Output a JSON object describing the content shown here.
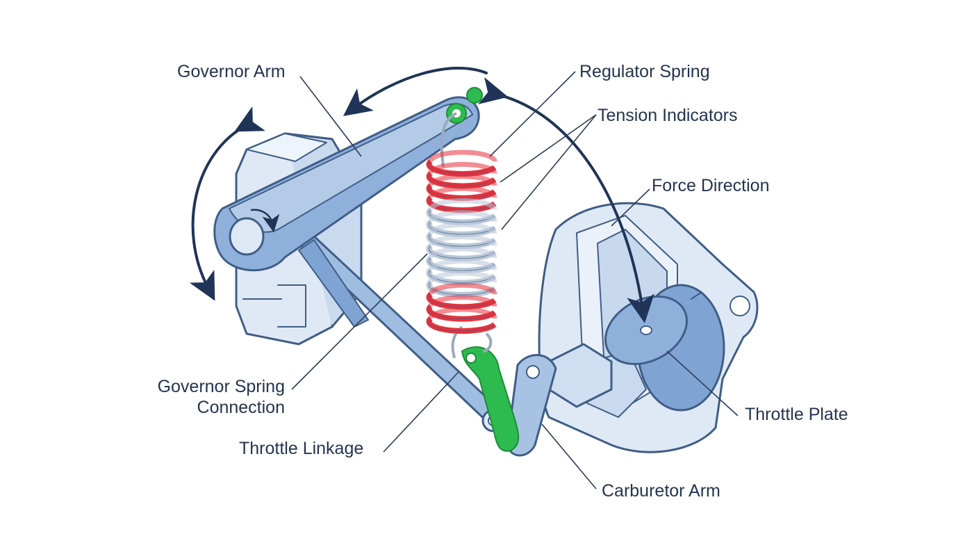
{
  "labels": {
    "governor_arm": "Governor Arm",
    "regulator_spring": "Regulator Spring",
    "tension_indicators": "Tension Indicators",
    "force_direction": "Force Direction",
    "governor_spring_connection_line1": "Governor Spring",
    "governor_spring_connection_line2": "Connection",
    "throttle_plate": "Throttle Plate",
    "throttle_linkage": "Throttle Linkage",
    "carburetor_arm": "Carburetor Arm"
  },
  "colors": {
    "background": "#ffffff",
    "part_fill_light": "#dfe9f6",
    "part_fill_mid": "#9fbde0",
    "part_fill_dark": "#6f97c8",
    "outline": "#3f5d86",
    "spring_neutral": "#b9c7d8",
    "tension_red": "#e5323d",
    "connector_green": "#2dbb4f",
    "arrow": "#1f3457",
    "text": "#24344f"
  }
}
